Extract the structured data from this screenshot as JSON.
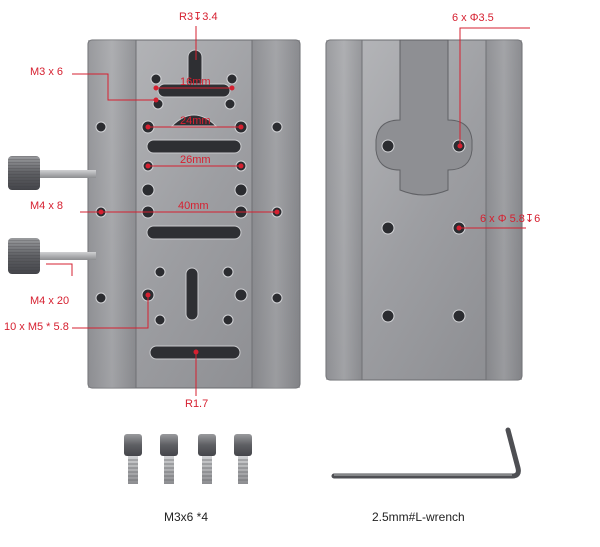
{
  "annotations": {
    "r3_depth": "R3↧3.4",
    "hole_6x35": "6 x Φ3.5",
    "m3x6": "M3 x 6",
    "dim_16": "16mm",
    "dim_24": "24mm",
    "dim_26": "26mm",
    "m4x8": "M4 x 8",
    "dim_40": "40mm",
    "m4x20": "M4 x 20",
    "m5_holes": "10 x M5 * 5.8",
    "r17": "R1.7",
    "holes_58": "6 x Φ 5.8↧6"
  },
  "captions": {
    "screws": "M3x6 *4",
    "wrench": "2.5mm#L-wrench"
  },
  "colors": {
    "annotation": "#d62030",
    "metal_light": "#a9aaad",
    "metal_dark": "#6e7074"
  }
}
